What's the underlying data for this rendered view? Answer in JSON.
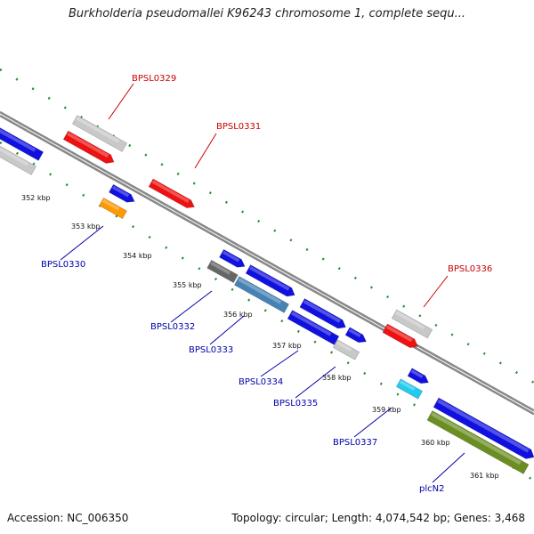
{
  "title": "Burkholderia pseudomallei K96243 chromosome 1, complete sequ...",
  "footer": {
    "accession": "Accession: NC_006350",
    "topology": "Topology: circular; Length: 4,074,542 bp; Genes: 3,468"
  },
  "colors": {
    "backbone": "#888888",
    "ticks": "#2b8a2b",
    "label_forward": "#cc0000",
    "label_reverse": "#0000aa"
  },
  "ticks": [
    "352 kbp",
    "353 kbp",
    "354 kbp",
    "355 kbp",
    "356 kbp",
    "357 kbp",
    "358 kbp",
    "359 kbp",
    "360 kbp",
    "361 kbp"
  ],
  "labels": {
    "BPSL0329": "BPSL0329",
    "BPSL0330": "BPSL0330",
    "BPSL0331": "BPSL0331",
    "BPSL0332": "BPSL0332",
    "BPSL0333": "BPSL0333",
    "BPSL0334": "BPSL0334",
    "BPSL0335": "BPSL0335",
    "BPSL0336": "BPSL0336",
    "BPSL0337": "BPSL0337",
    "plcN2": "plcN2"
  },
  "features": [
    {
      "label": null,
      "color": "#1010e0"
    },
    {
      "label": null,
      "color": "#c8c8c8"
    },
    {
      "label": "BPSL0329",
      "color": "#c8c8c8"
    },
    {
      "label": "BPSL0329",
      "color": "#ee1111"
    },
    {
      "label": "BPSL0330",
      "color": "#1010e0"
    },
    {
      "label": "BPSL0330",
      "color": "#ff9900"
    },
    {
      "label": "BPSL0331",
      "color": "#ee1111"
    },
    {
      "label": "BPSL0332",
      "color": "#1010e0"
    },
    {
      "label": "BPSL0332",
      "color": "#666666"
    },
    {
      "label": "BPSL0333",
      "color": "#1010e0"
    },
    {
      "label": "BPSL0333",
      "color": "#4682b4"
    },
    {
      "label": "BPSL0334",
      "color": "#1010e0"
    },
    {
      "label": "BPSL0334",
      "color": "#1010e0"
    },
    {
      "label": "BPSL0335",
      "color": "#1010e0"
    },
    {
      "label": "BPSL0335",
      "color": "#c8c8c8"
    },
    {
      "label": "BPSL0336",
      "color": "#c8c8c8"
    },
    {
      "label": "BPSL0336",
      "color": "#ee1111"
    },
    {
      "label": "BPSL0337",
      "color": "#1010e0"
    },
    {
      "label": "BPSL0337",
      "color": "#22ccee"
    },
    {
      "label": "plcN2",
      "color": "#1010e0"
    },
    {
      "label": "plcN2",
      "color": "#6b8e23"
    }
  ]
}
